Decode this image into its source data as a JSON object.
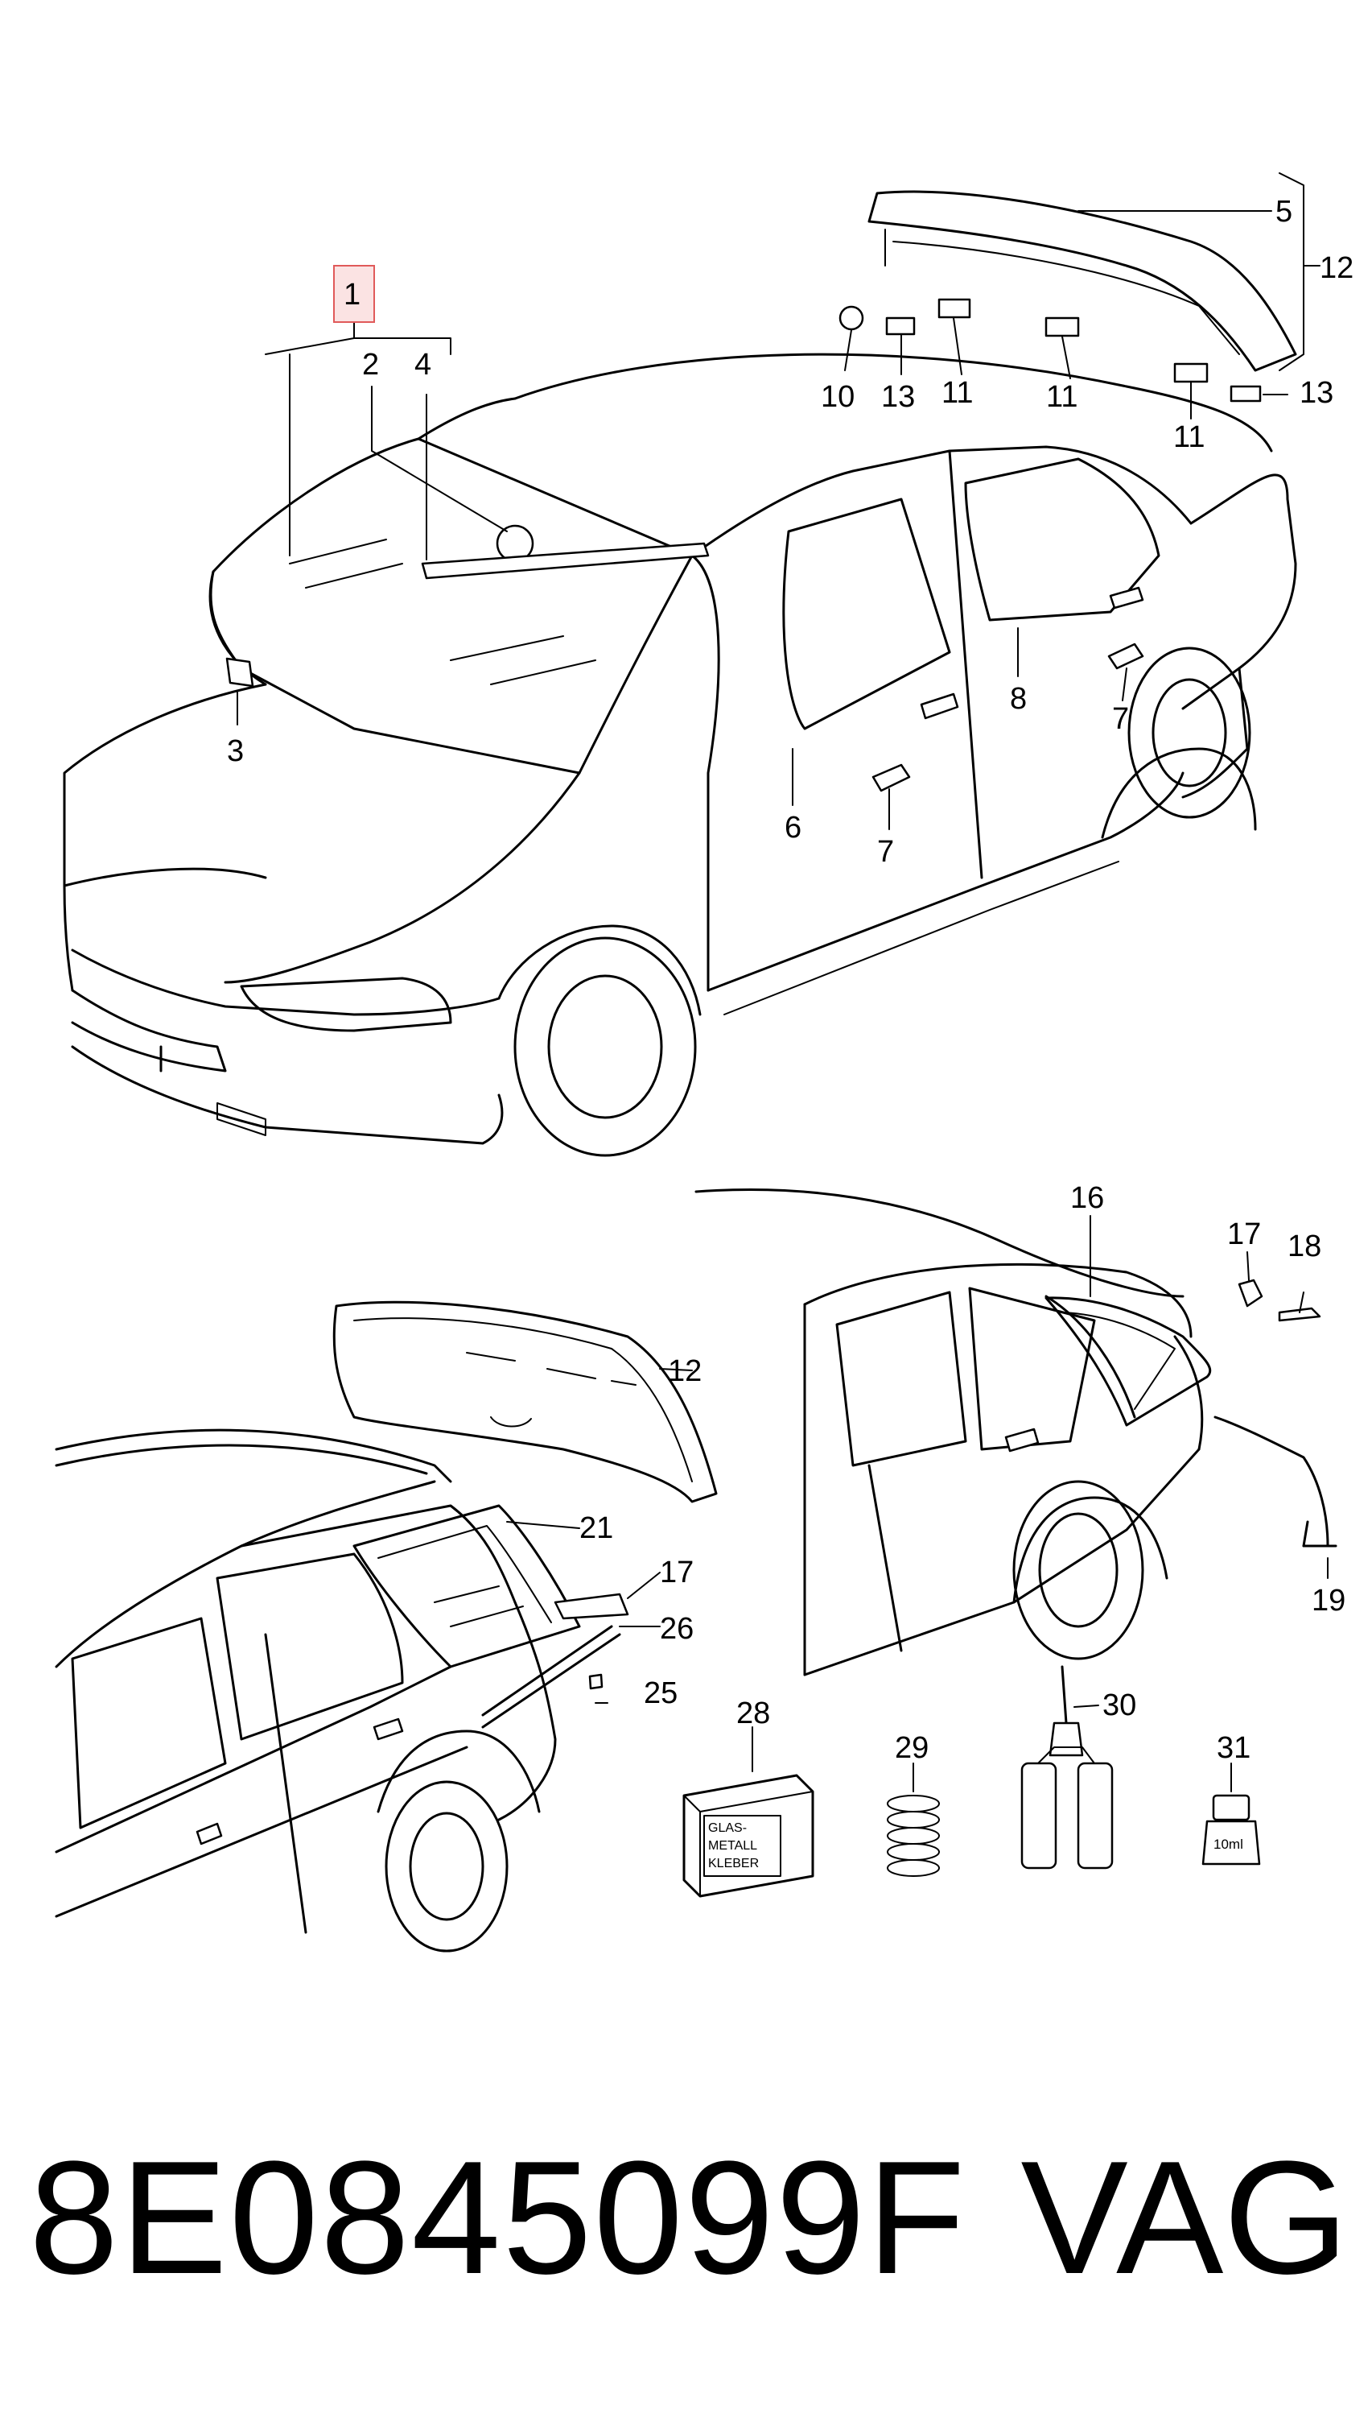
{
  "callouts": {
    "c1": "1",
    "c2": "2",
    "c3": "3",
    "c4": "4",
    "c5": "5",
    "c6": "6",
    "c7a": "7",
    "c7b": "7",
    "c8": "8",
    "c10": "10",
    "c11a": "11",
    "c11b": "11",
    "c11c": "11",
    "c12a": "12",
    "c13a": "13",
    "c13b": "13",
    "c12b": "12",
    "c16": "16",
    "c17a": "17",
    "c18": "18",
    "c19": "19",
    "c21": "21",
    "c17b": "17",
    "c26": "26",
    "c25": "25",
    "c28": "28",
    "c29": "29",
    "c30": "30",
    "c31": "31"
  },
  "box_label": {
    "line1": "GLAS-",
    "line2": "METALL",
    "line3": "KLEBER"
  },
  "bottle_label": "10ml",
  "footer": {
    "part_number": "8E0845099F",
    "brand": "VAG"
  },
  "colors": {
    "highlight_fill": "#fbe3e3",
    "highlight_stroke": "#e05a5a",
    "line": "#000000"
  }
}
